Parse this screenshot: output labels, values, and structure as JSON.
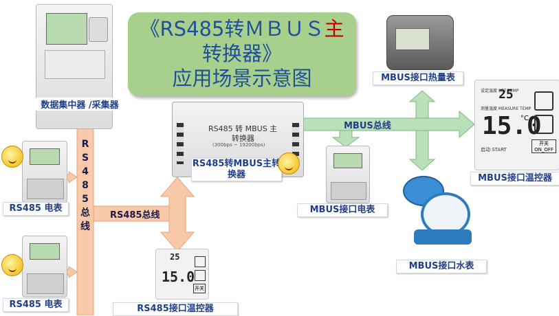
{
  "title": {
    "line1_prefix": "《RS485转ＭＢＵＳ",
    "line1_red": "主",
    "line2": "转换器》",
    "line3": "应用场景示意图"
  },
  "labels": {
    "concentrator": "数据集中器 /采集器",
    "rs485_meter_1": "RS485 电表",
    "rs485_meter_2": "RS485 电表",
    "converter": "RS485转MBUS主转换器",
    "converter_line1": "RS485转MBUS主转",
    "converter_line2": "换器",
    "rs485_thermostat": "RS485接口温控器",
    "mbus_heat_meter": "MBUS接口热量表",
    "mbus_meter": "MBUS接口电表",
    "mbus_thermostat": "MBUS接口温控器",
    "mbus_water_meter": "MBUS接口水表",
    "mbus_bus": "MBUS总线",
    "rs485_bus_line": "RS485总线",
    "rs485_vertical": [
      "R",
      "S",
      "4",
      "8",
      "5",
      "总",
      "线"
    ]
  },
  "device_text": {
    "converter_face": "RS485 转 MBUS 主",
    "converter_face2": "转换器",
    "converter_rate": "(300bps ~ 19200bps)",
    "thermo_set": "25",
    "thermo_unit": "°C",
    "thermo_reading": "15.0",
    "thermo_onoff": "开关 ON_OFF",
    "thermo_start": "启动 START",
    "thermo_set_label": "设定温度 SET TEMP",
    "thermo_room_label": "测量温度 MEASURE TEMP",
    "thermo_small_onoff": "开关"
  },
  "colors": {
    "bus_fill": "#f8c9a8",
    "mbus_fill": "#b9e0b9",
    "title_bg": "#a7d08c",
    "label_text": "#1f3f8a"
  }
}
